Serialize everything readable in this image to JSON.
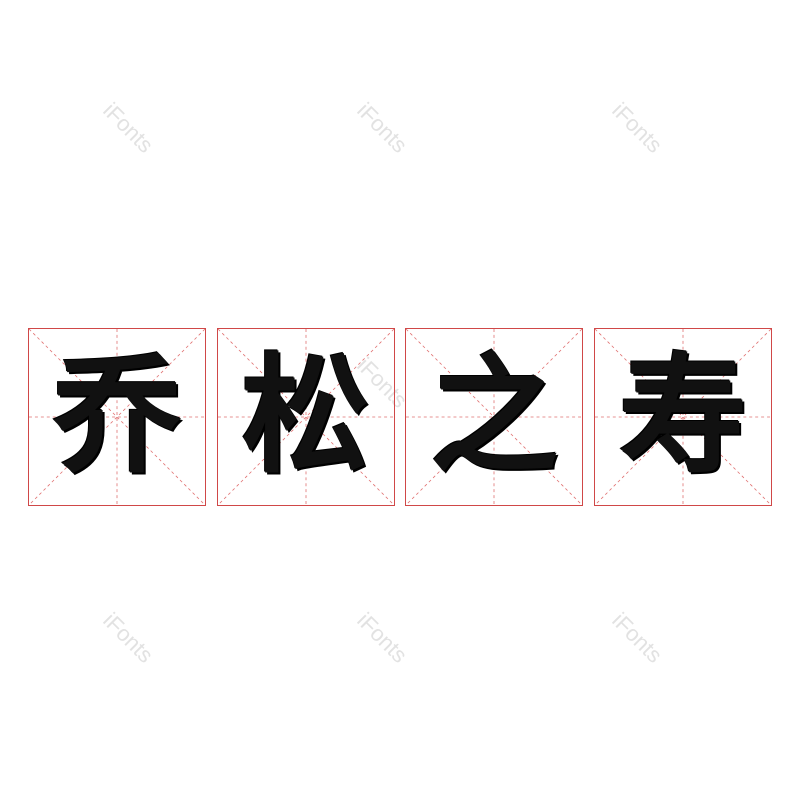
{
  "watermark_text": "iFonts",
  "characters": [
    "乔",
    "松",
    "之",
    "寿"
  ],
  "colors": {
    "grid_border": "#d04848",
    "guide_lines": "#e07070",
    "glyph": "#111111",
    "watermark": "#e2e2e2"
  }
}
